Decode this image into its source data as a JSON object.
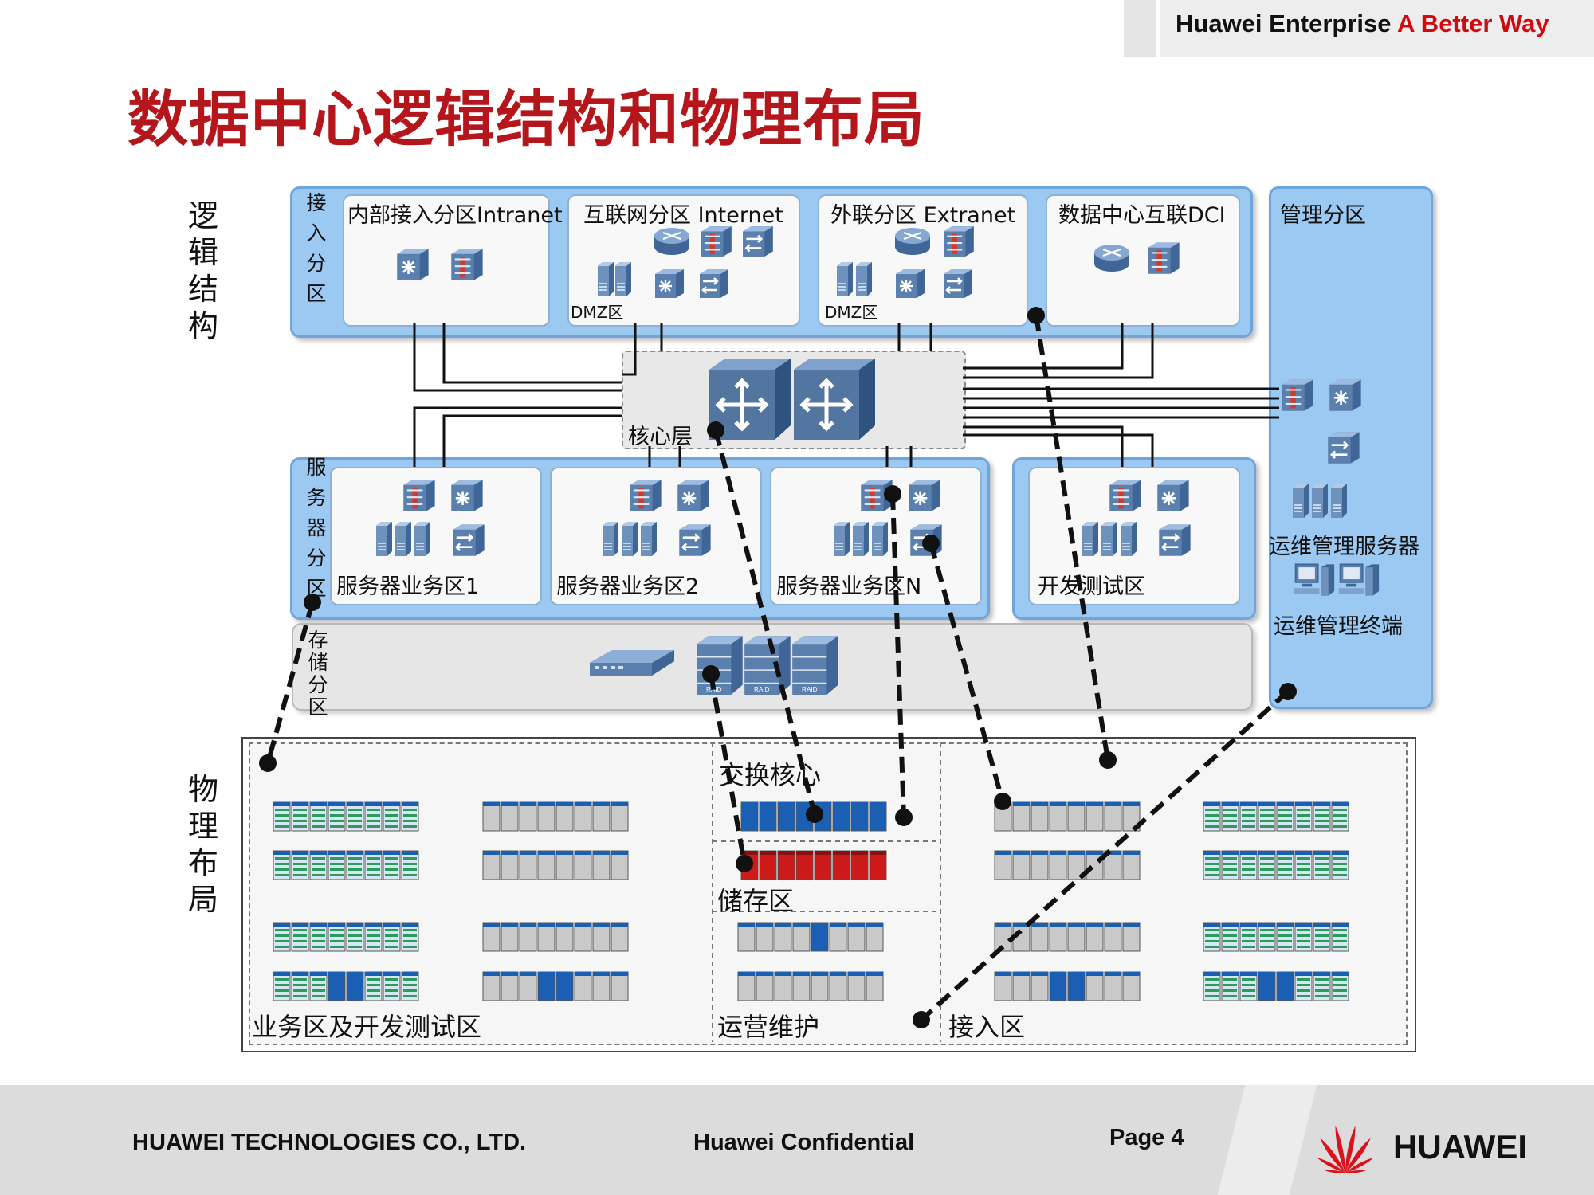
{
  "header": {
    "brand": "Huawei Enterprise",
    "slogan": "A Better Way",
    "brand_color": "#111111",
    "slogan_color": "#d10a10"
  },
  "title": "数据中心逻辑结构和物理布局",
  "title_color": "#b4161b",
  "side_labels": {
    "logical": "逻辑结构",
    "physical": "物理布局"
  },
  "logical": {
    "access_zone": {
      "label": "接入分区",
      "subzones": [
        {
          "label": "内部接入分区Intranet"
        },
        {
          "label": "互联网分区 Internet",
          "dmz": "DMZ区"
        },
        {
          "label": "外联分区 Extranet",
          "dmz": "DMZ区"
        },
        {
          "label": "数据中心互联DCI"
        }
      ]
    },
    "core": {
      "label": "核心层"
    },
    "server_zone": {
      "label": "服务器分区",
      "subzones": [
        {
          "label": "服务器业务区1"
        },
        {
          "label": "服务器业务区2"
        },
        {
          "label": "服务器业务区N"
        },
        {
          "label": "开发测试区"
        }
      ]
    },
    "storage_zone": {
      "label": "存储分区"
    },
    "management_zone": {
      "label": "管理分区",
      "servers_label": "运维管理服务器",
      "terminals_label": "运维管理终端"
    }
  },
  "physical": {
    "zones": [
      {
        "label": "业务区及开发测试区"
      },
      {
        "label": "交换核心"
      },
      {
        "label": "储存区"
      },
      {
        "label": "运营维护"
      },
      {
        "label": "接入区"
      }
    ]
  },
  "icons": [
    "router-icon",
    "firewall-icon",
    "switch-icon",
    "load-balancer-icon",
    "server-icon",
    "core-switch-icon",
    "storage-array-icon",
    "terminal-icon",
    "huawei-logo-icon"
  ],
  "colors": {
    "zone_blue": "#9cc9f2",
    "rack_blue": "#1b5fb4",
    "rack_red": "#cc1a1a",
    "rack_green": "#2e9a5c",
    "rack_grey": "#c9c9c9"
  },
  "footer": {
    "company": "HUAWEI TECHNOLOGIES CO., LTD.",
    "confidential": "Huawei Confidential",
    "page": "Page 4",
    "logo_text": "HUAWEI"
  }
}
